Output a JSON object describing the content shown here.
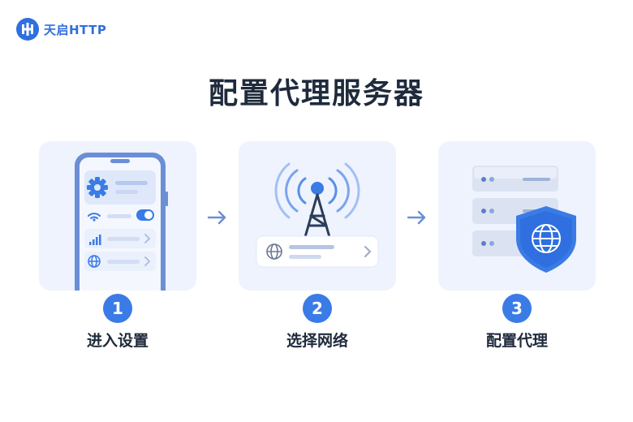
{
  "brand": {
    "name": "天启HTTP",
    "accent": "#2f6fe0"
  },
  "page": {
    "title": "配置代理服务器"
  },
  "steps": [
    {
      "number": "1",
      "label": "进入设置",
      "icon": "phone-settings-icon"
    },
    {
      "number": "2",
      "label": "选择网络",
      "icon": "antenna-network-icon"
    },
    {
      "number": "3",
      "label": "配置代理",
      "icon": "server-shield-globe-icon"
    }
  ],
  "colors": {
    "title": "#1f2a3c",
    "step_circle": "#3a7be6",
    "card_bg": "#eef3fd"
  }
}
